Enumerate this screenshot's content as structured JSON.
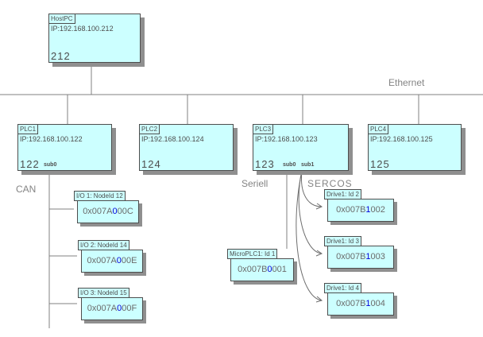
{
  "colors": {
    "box_fill": "#ccffff",
    "box_border": "#4d4d4d",
    "shadow": "#8f8f8f",
    "wire": "#808080",
    "text": "#4d4d4d",
    "bus_label": "#848484",
    "highlight_digit": "#0000dd"
  },
  "bus_labels": {
    "ethernet": "Ethernet",
    "can": "CAN",
    "seriell": "Seriell",
    "sercos": "SERCOS"
  },
  "host": {
    "title": "HostPC",
    "ip": "IP:192.168.100.212",
    "station": "212"
  },
  "plcs": [
    {
      "title": "PLC1",
      "ip": "IP:192.168.100.122",
      "station": "122",
      "subs": [
        "sub0"
      ]
    },
    {
      "title": "PLC2",
      "ip": "IP:192.168.100.124",
      "station": "124",
      "subs": []
    },
    {
      "title": "PLC3",
      "ip": "IP:192.168.100.123",
      "station": "123",
      "subs": [
        "sub0",
        "sub1"
      ]
    },
    {
      "title": "PLC4",
      "ip": "IP:192.168.100.125",
      "station": "125",
      "subs": []
    }
  ],
  "can_nodes": [
    {
      "title": "I/O 1: NodeId 12",
      "value_pre": "0x007A",
      "value_hl": "0",
      "value_post": "00C"
    },
    {
      "title": "I/O 2: NodeId 14",
      "value_pre": "0x007A",
      "value_hl": "0",
      "value_post": "00E"
    },
    {
      "title": "I/O 3: NodeId 15",
      "value_pre": "0x007A",
      "value_hl": "0",
      "value_post": "00F"
    }
  ],
  "serial_nodes": [
    {
      "title": "MicroPLC1: Id 1",
      "value_pre": "0x007B",
      "value_hl": "0",
      "value_post": "001"
    }
  ],
  "sercos_nodes": [
    {
      "title": "Drive1: Id 2",
      "value_pre": "0x007B",
      "value_hl": "1",
      "value_post": "002"
    },
    {
      "title": "Drive1: Id 3",
      "value_pre": "0x007B",
      "value_hl": "1",
      "value_post": "003"
    },
    {
      "title": "Drive1: Id 4",
      "value_pre": "0x007B",
      "value_hl": "1",
      "value_post": "004"
    }
  ]
}
